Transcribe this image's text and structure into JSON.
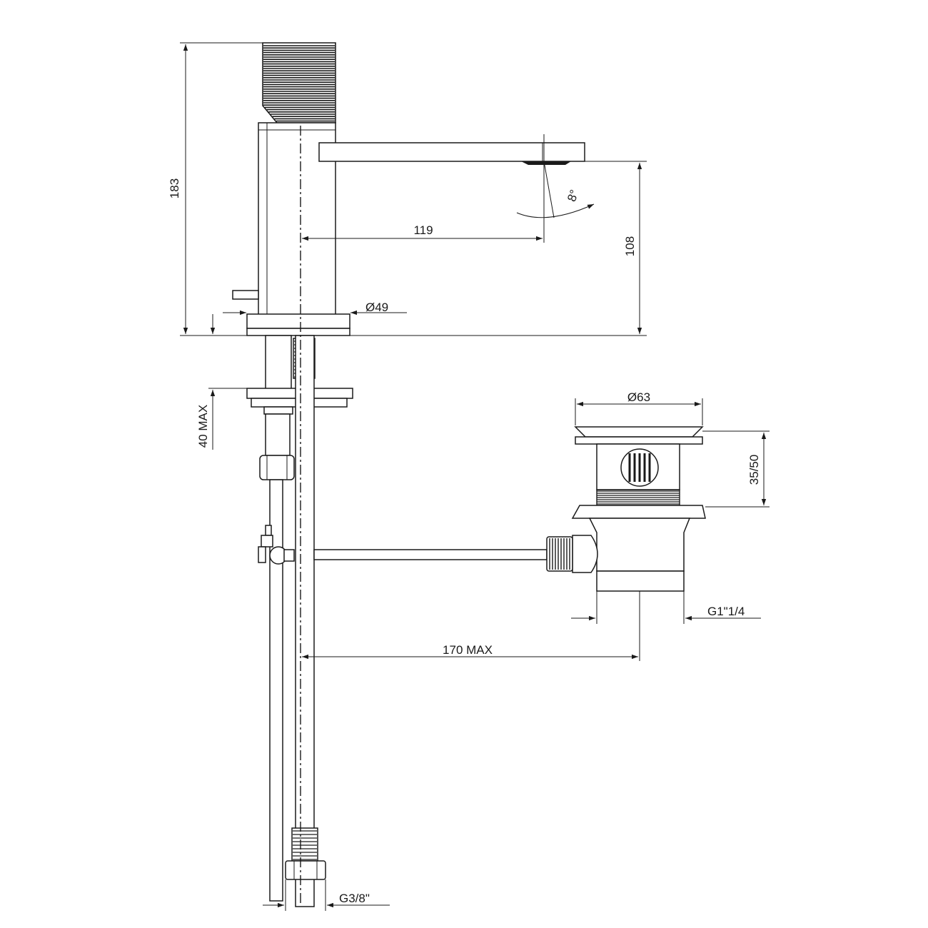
{
  "drawing": {
    "dimensions": {
      "total_height": "183",
      "spout_reach": "119",
      "spout_height": "108",
      "base_diameter": "Ø49",
      "deck_thickness": "40 MAX",
      "angle": "8°",
      "waste_diameter": "Ø63",
      "waste_height": "35/50",
      "waste_thread": "G1\"1/4",
      "waste_distance": "170 MAX",
      "hose_thread": "G3/8\""
    },
    "colors": {
      "line": "#1a1a1a",
      "background": "#ffffff"
    }
  }
}
